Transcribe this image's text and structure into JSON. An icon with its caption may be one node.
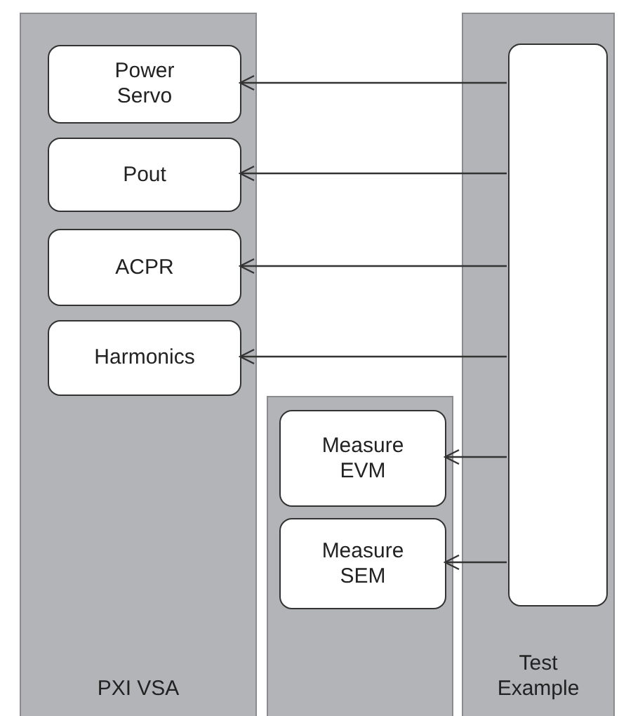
{
  "diagram": {
    "nodes": [
      {
        "text": [
          "PXI VSA"
        ]
      },
      {
        "text": [
          "Power Servo"
        ],
        "in": 0
      },
      {
        "text": [
          "Pout"
        ],
        "in": 0
      },
      {
        "text": [
          "ACPR"
        ],
        "in": 0
      },
      {
        "text": [
          "Harmonics"
        ],
        "in": 0
      },
      {
        "text": [],
        "shape": "box"
      },
      {
        "text": [
          "Measure EVM"
        ],
        "in": 5
      },
      {
        "text": [
          "Measure SEM"
        ],
        "in": 5
      },
      {
        "text": [
          "Test Example"
        ]
      },
      {
        "text": [],
        "shape": "box",
        "in": 8
      }
    ],
    "edges": [
      {
        "from": 9,
        "to": 1,
        "arrow": "to"
      },
      {
        "from": 9,
        "to": 2,
        "arrow": "to"
      },
      {
        "from": 9,
        "to": 3,
        "arrow": "to"
      },
      {
        "from": 9,
        "to": 4,
        "arrow": "to"
      },
      {
        "from": 9,
        "to": 6,
        "arrow": "to"
      },
      {
        "from": 9,
        "to": 7,
        "arrow": "to"
      }
    ]
  }
}
